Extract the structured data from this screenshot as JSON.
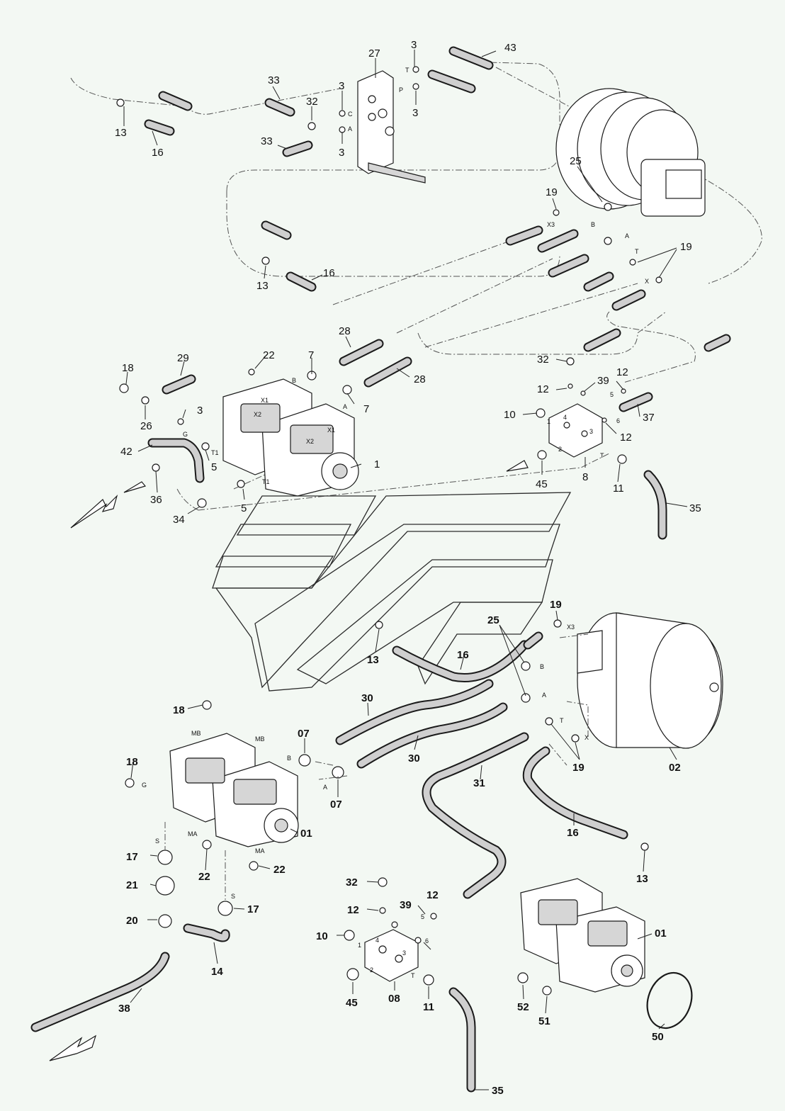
{
  "callouts_top": [
    {
      "id": "t-43",
      "text": "43"
    },
    {
      "id": "t-27",
      "text": "27"
    },
    {
      "id": "t-3a",
      "text": "3"
    },
    {
      "id": "t-33a",
      "text": "33"
    },
    {
      "id": "t-3b",
      "text": "3"
    },
    {
      "id": "t-32",
      "text": "32"
    },
    {
      "id": "t-3c",
      "text": "3"
    },
    {
      "id": "t-13a",
      "text": "13"
    },
    {
      "id": "t-16a",
      "text": "16"
    },
    {
      "id": "t-33b",
      "text": "33"
    },
    {
      "id": "t-3d",
      "text": "3"
    },
    {
      "id": "t-25",
      "text": "25"
    },
    {
      "id": "t-19a",
      "text": "19"
    },
    {
      "id": "t-19b",
      "text": "19"
    },
    {
      "id": "t-16b",
      "text": "16"
    },
    {
      "id": "t-13b",
      "text": "13"
    },
    {
      "id": "t-28a",
      "text": "28"
    },
    {
      "id": "t-28b",
      "text": "28"
    },
    {
      "id": "t-22",
      "text": "22"
    },
    {
      "id": "t-7a",
      "text": "7"
    },
    {
      "id": "t-7b",
      "text": "7"
    },
    {
      "id": "t-29",
      "text": "29"
    },
    {
      "id": "t-18",
      "text": "18"
    },
    {
      "id": "t-26",
      "text": "26"
    },
    {
      "id": "t-3e",
      "text": "3"
    },
    {
      "id": "t-42",
      "text": "42"
    },
    {
      "id": "t-5a",
      "text": "5"
    },
    {
      "id": "t-5b",
      "text": "5"
    },
    {
      "id": "t-1",
      "text": "1"
    },
    {
      "id": "t-36",
      "text": "36"
    },
    {
      "id": "t-34",
      "text": "34"
    },
    {
      "id": "t-32b",
      "text": "32"
    },
    {
      "id": "t-12a",
      "text": "12"
    },
    {
      "id": "t-39",
      "text": "39"
    },
    {
      "id": "t-12b",
      "text": "12"
    },
    {
      "id": "t-10",
      "text": "10"
    },
    {
      "id": "t-37",
      "text": "37"
    },
    {
      "id": "t-12c",
      "text": "12"
    },
    {
      "id": "t-45",
      "text": "45"
    },
    {
      "id": "t-8",
      "text": "8"
    },
    {
      "id": "t-11",
      "text": "11"
    },
    {
      "id": "t-35",
      "text": "35"
    }
  ],
  "callouts_bottom": [
    {
      "id": "b-19a",
      "text": "19"
    },
    {
      "id": "b-25",
      "text": "25"
    },
    {
      "id": "b-16a",
      "text": "16"
    },
    {
      "id": "b-13a",
      "text": "13"
    },
    {
      "id": "b-30a",
      "text": "30"
    },
    {
      "id": "b-30b",
      "text": "30"
    },
    {
      "id": "b-18a",
      "text": "18"
    },
    {
      "id": "b-07a",
      "text": "07"
    },
    {
      "id": "b-07b",
      "text": "07"
    },
    {
      "id": "b-18b",
      "text": "18"
    },
    {
      "id": "b-31",
      "text": "31"
    },
    {
      "id": "b-19b",
      "text": "19"
    },
    {
      "id": "b-02",
      "text": "02"
    },
    {
      "id": "b-01a",
      "text": "01"
    },
    {
      "id": "b-16b",
      "text": "16"
    },
    {
      "id": "b-17a",
      "text": "17"
    },
    {
      "id": "b-22a",
      "text": "22"
    },
    {
      "id": "b-22b",
      "text": "22"
    },
    {
      "id": "b-21",
      "text": "21"
    },
    {
      "id": "b-17b",
      "text": "17"
    },
    {
      "id": "b-20",
      "text": "20"
    },
    {
      "id": "b-14",
      "text": "14"
    },
    {
      "id": "b-13b",
      "text": "13"
    },
    {
      "id": "b-32",
      "text": "32"
    },
    {
      "id": "b-12a",
      "text": "12"
    },
    {
      "id": "b-39",
      "text": "39"
    },
    {
      "id": "b-12b",
      "text": "12"
    },
    {
      "id": "b-10",
      "text": "10"
    },
    {
      "id": "b-01b",
      "text": "01"
    },
    {
      "id": "b-38",
      "text": "38"
    },
    {
      "id": "b-45",
      "text": "45"
    },
    {
      "id": "b-08",
      "text": "08"
    },
    {
      "id": "b-11",
      "text": "11"
    },
    {
      "id": "b-52",
      "text": "52"
    },
    {
      "id": "b-51",
      "text": "51"
    },
    {
      "id": "b-50",
      "text": "50"
    },
    {
      "id": "b-35",
      "text": "35"
    }
  ],
  "ports": [
    {
      "id": "p-T1",
      "text": "T"
    },
    {
      "id": "p-P",
      "text": "P"
    },
    {
      "id": "p-C",
      "text": "C"
    },
    {
      "id": "p-A1",
      "text": "A"
    },
    {
      "id": "p-X3",
      "text": "X3"
    },
    {
      "id": "p-B1",
      "text": "B"
    },
    {
      "id": "p-A2",
      "text": "A"
    },
    {
      "id": "p-T2",
      "text": "T"
    },
    {
      "id": "p-X1",
      "text": "X"
    },
    {
      "id": "p-B2",
      "text": "B"
    },
    {
      "id": "p-A3",
      "text": "A"
    },
    {
      "id": "p-X2a",
      "text": "X2"
    },
    {
      "id": "p-X1a",
      "text": "X1"
    },
    {
      "id": "p-G1",
      "text": "G"
    },
    {
      "id": "p-T1a",
      "text": "T1"
    },
    {
      "id": "p-X2b",
      "text": "X2"
    },
    {
      "id": "p-X1b",
      "text": "X1"
    },
    {
      "id": "p-T1b",
      "text": "T1"
    },
    {
      "id": "p-5",
      "text": "5"
    },
    {
      "id": "p-6",
      "text": "6"
    },
    {
      "id": "p-4",
      "text": "4"
    },
    {
      "id": "p-3",
      "text": "3"
    },
    {
      "id": "p-1",
      "text": "1"
    },
    {
      "id": "p-2",
      "text": "2"
    },
    {
      "id": "p-T3",
      "text": "T"
    },
    {
      "id": "q-X3",
      "text": "X3"
    },
    {
      "id": "q-B",
      "text": "B"
    },
    {
      "id": "q-A",
      "text": "A"
    },
    {
      "id": "q-T",
      "text": "T"
    },
    {
      "id": "q-X",
      "text": "X"
    },
    {
      "id": "q-MB1",
      "text": "MB"
    },
    {
      "id": "q-MB2",
      "text": "MB"
    },
    {
      "id": "q-B2",
      "text": "B"
    },
    {
      "id": "q-A2",
      "text": "A"
    },
    {
      "id": "q-G",
      "text": "G"
    },
    {
      "id": "q-MA1",
      "text": "MA"
    },
    {
      "id": "q-MA2",
      "text": "MA"
    },
    {
      "id": "q-S1",
      "text": "S"
    },
    {
      "id": "q-S2",
      "text": "S"
    },
    {
      "id": "q-5",
      "text": "5"
    },
    {
      "id": "q-6",
      "text": "6"
    },
    {
      "id": "q-4",
      "text": "4"
    },
    {
      "id": "q-3",
      "text": "3"
    },
    {
      "id": "q-1",
      "text": "1"
    },
    {
      "id": "q-2",
      "text": "2"
    },
    {
      "id": "q-T2",
      "text": "T"
    }
  ]
}
